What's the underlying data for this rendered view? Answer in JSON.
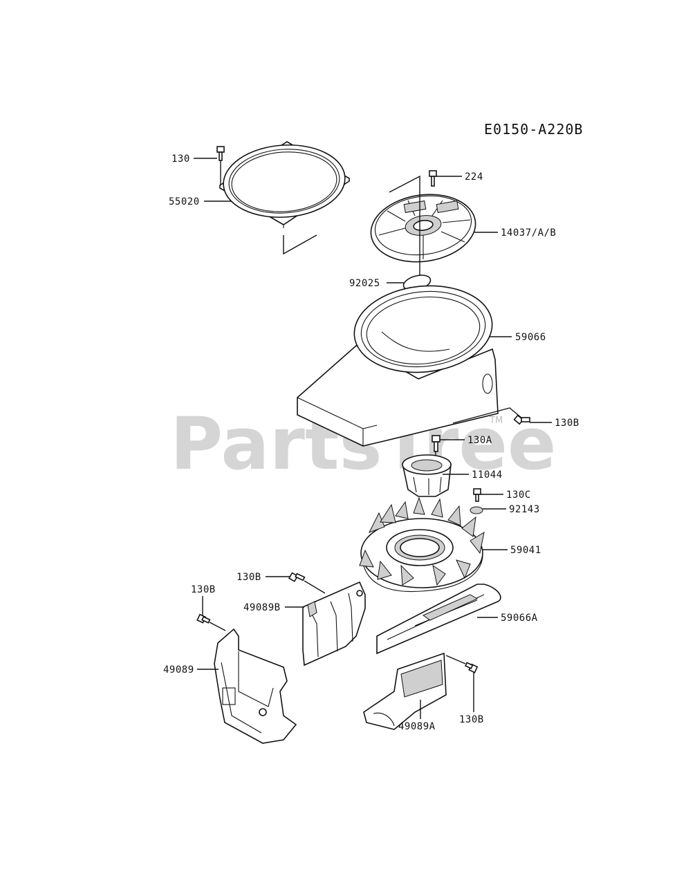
{
  "diagram_code": "E0150-A220B",
  "watermark": {
    "text": "PartsTree",
    "tm": "TM"
  },
  "callouts": {
    "c130": "130",
    "c55020": "55020",
    "c224": "224",
    "c14037": "14037/A/B",
    "c92025": "92025",
    "c59066": "59066",
    "c130B_top": "130B",
    "c130A": "130A",
    "c11044": "11044",
    "c130C": "130C",
    "c92143": "92143",
    "c59041": "59041",
    "c130B_mid": "130B",
    "c49089B": "49089B",
    "c130B_left": "130B",
    "c59066A": "59066A",
    "c49089": "49089",
    "c130B_bottom": "130B",
    "c49089A": "49089A"
  }
}
